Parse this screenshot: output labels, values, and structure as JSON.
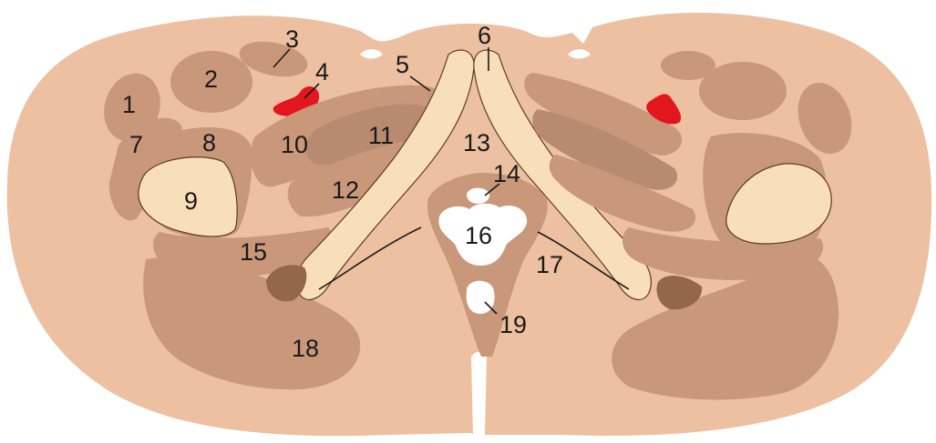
{
  "colors": {
    "background": "#ffffff",
    "body": "#ecc0a1",
    "muscle": "#c9977a",
    "muscle_deep": "#b88b70",
    "bone": "#f8dfb9",
    "bone_outline": "#5a3a24",
    "vessel": "#e3161e",
    "cavity": "#ffffff",
    "ligament": "#94664a",
    "label": "#1a1a1a"
  },
  "labels": {
    "l1": "1",
    "l2": "2",
    "l3": "3",
    "l4": "4",
    "l5": "5",
    "l6": "6",
    "l7": "7",
    "l8": "8",
    "l9": "9",
    "l10": "10",
    "l11": "11",
    "l12": "12",
    "l13": "13",
    "l14": "14",
    "l15": "15",
    "l16": "16",
    "l17": "17",
    "l18": "18",
    "l19": "19"
  }
}
